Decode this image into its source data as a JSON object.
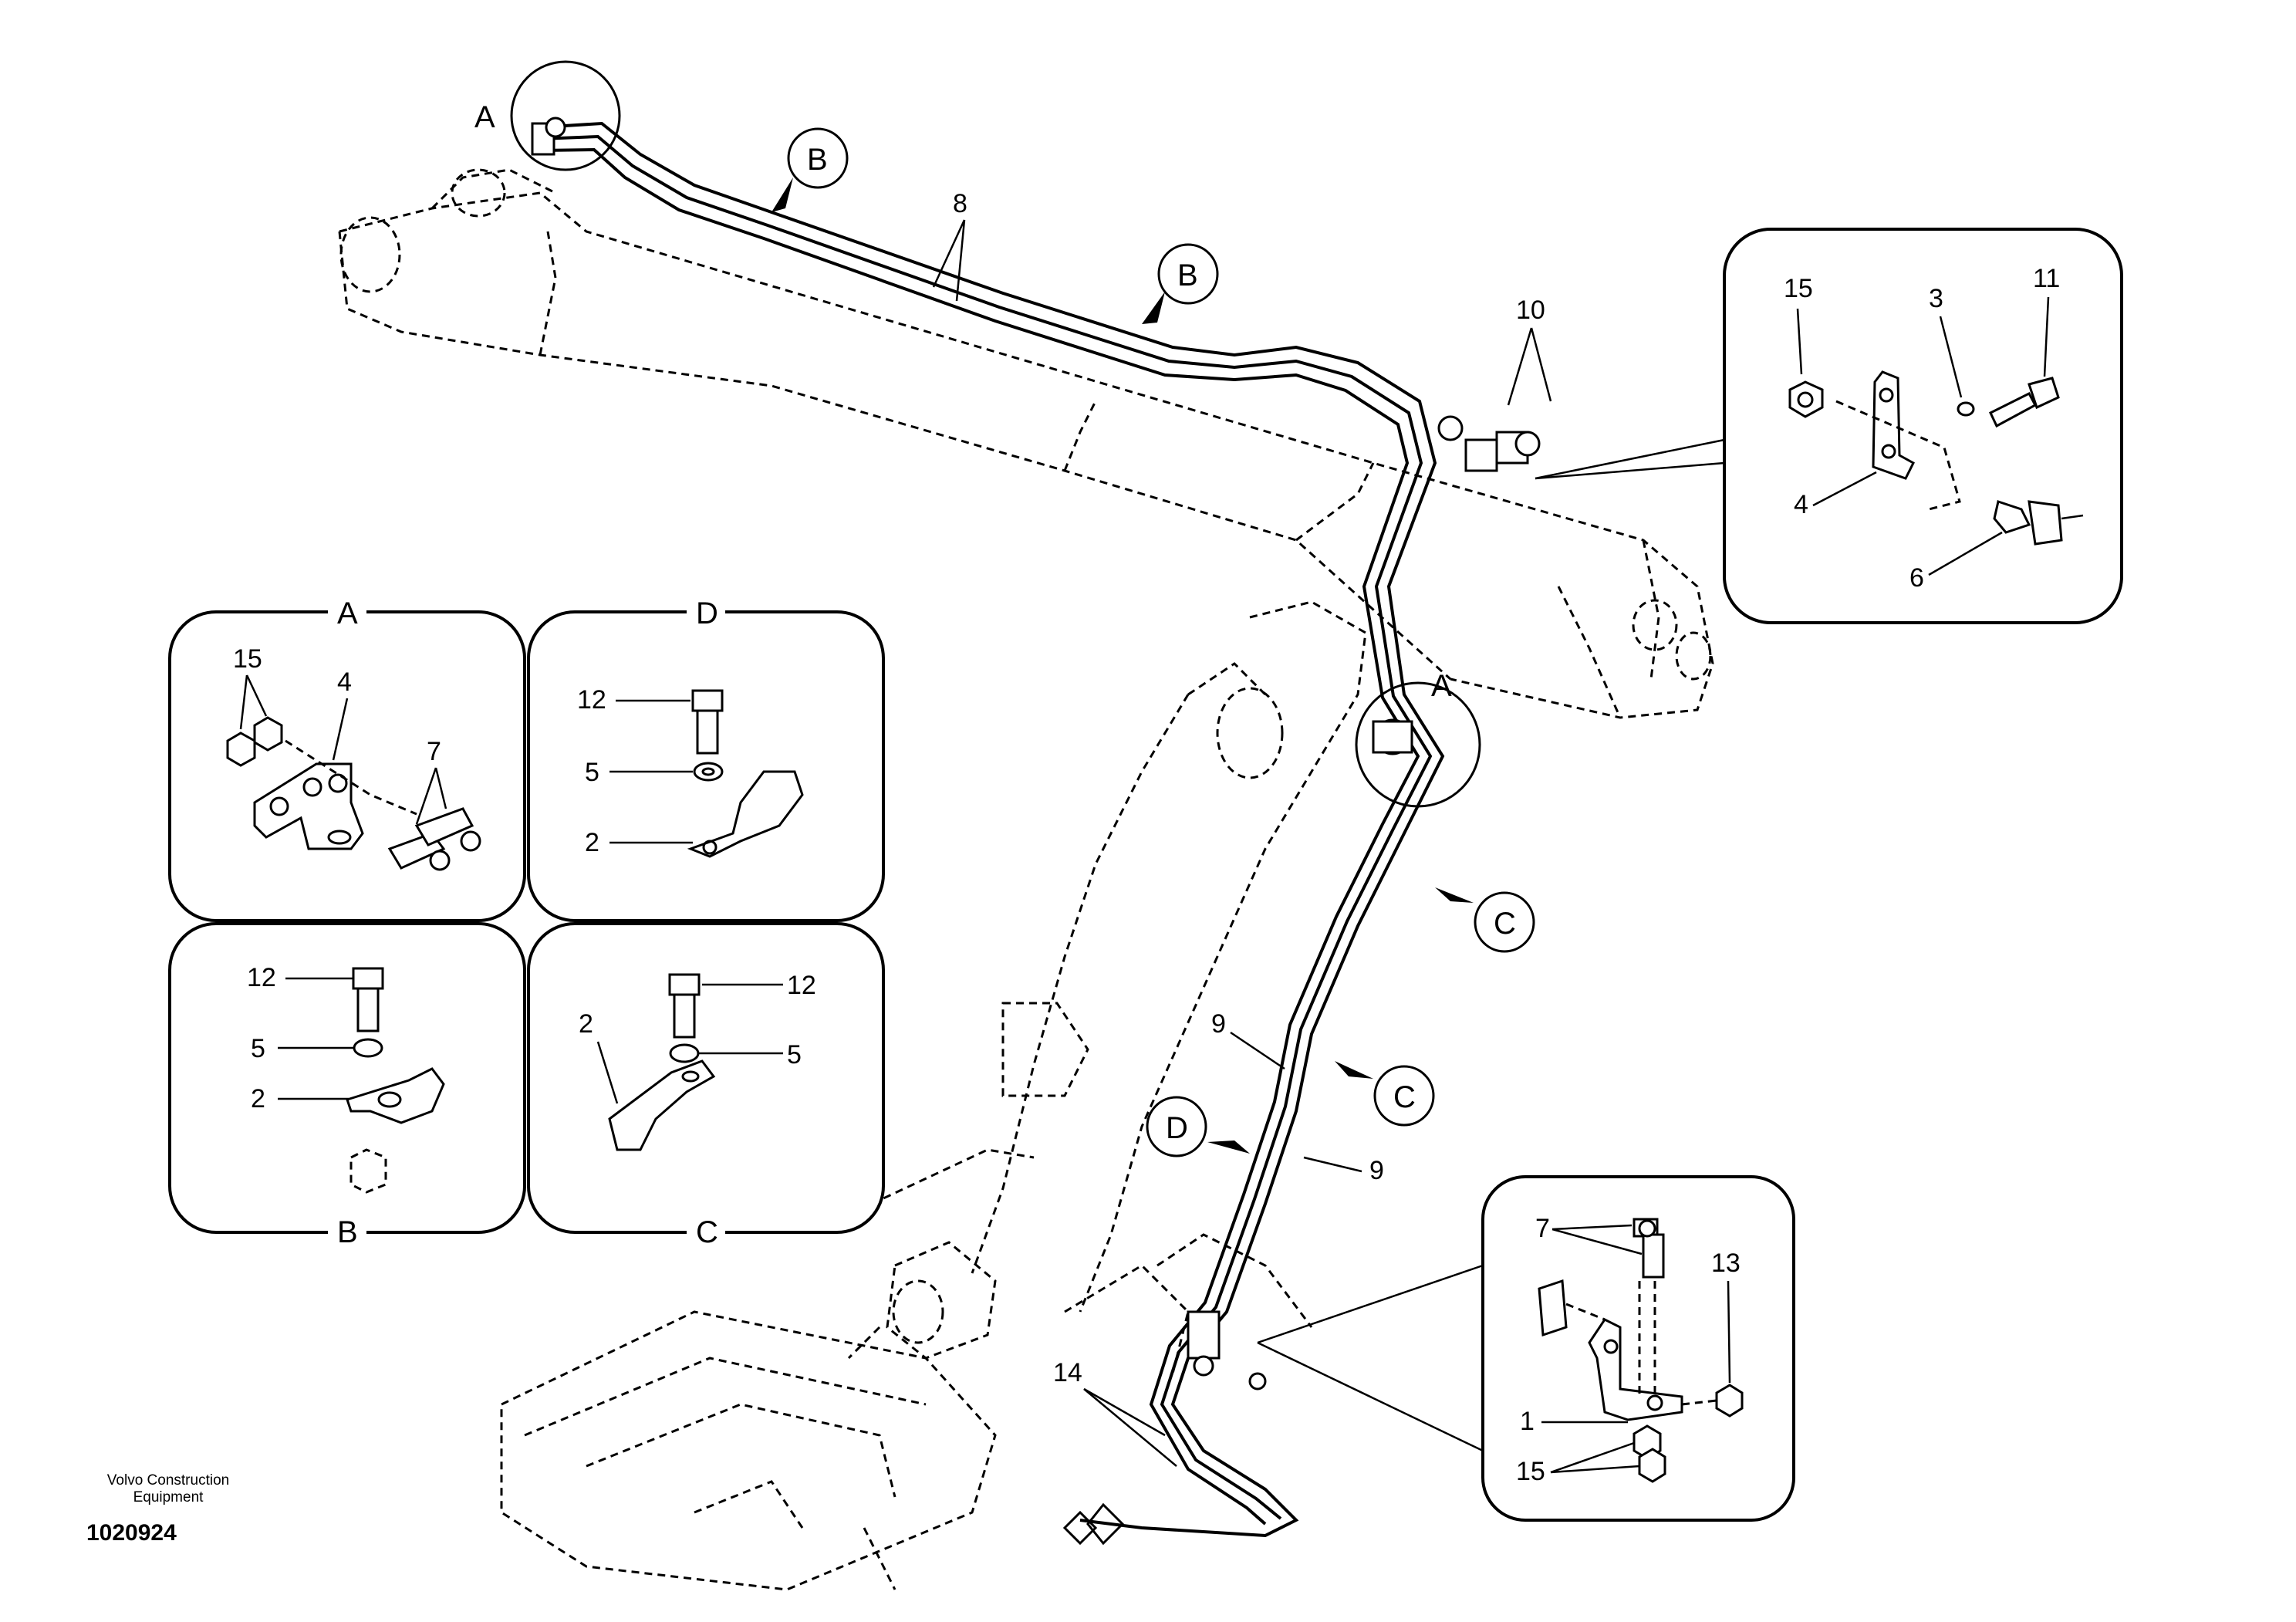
{
  "footer": {
    "brand_line1": "Volvo Construction",
    "brand_line2": "Equipment",
    "document_number": "1020924"
  },
  "view_markers": {
    "a_top": "A",
    "a_mid": "A",
    "b_1": "B",
    "b_2": "B",
    "c_1": "C",
    "c_2": "C",
    "d_1": "D"
  },
  "callouts": {
    "p8": "8",
    "p10": "10",
    "p9_a": "9",
    "p9_b": "9",
    "p14": "14"
  },
  "detail_top_right": {
    "p15": "15",
    "p3": "3",
    "p11": "11",
    "p4": "4",
    "p6": "6"
  },
  "detail_a": {
    "title": "A",
    "p15": "15",
    "p4": "4",
    "p7": "7"
  },
  "detail_d": {
    "title": "D",
    "p12": "12",
    "p5": "5",
    "p2": "2"
  },
  "detail_b": {
    "title": "B",
    "p12": "12",
    "p5": "5",
    "p2": "2"
  },
  "detail_c": {
    "title": "C",
    "p12": "12",
    "p5": "5",
    "p2": "2"
  },
  "detail_bottom_right": {
    "p7": "7",
    "p13": "13",
    "p1": "1",
    "p15": "15"
  }
}
